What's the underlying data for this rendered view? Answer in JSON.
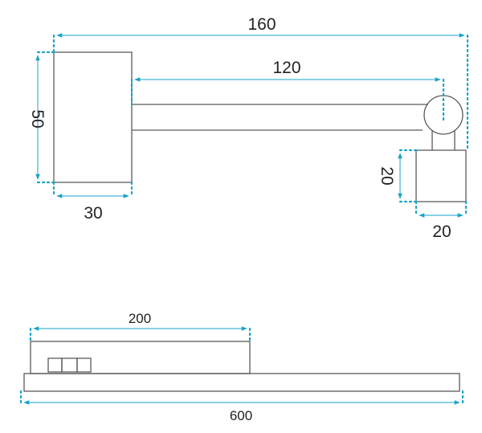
{
  "colors": {
    "dimension": "#1aa3c8",
    "outline": "#5a5a5a",
    "text": "#222222"
  },
  "side_view": {
    "dim_overall_width": "160",
    "dim_arm_length": "120",
    "dim_base_height": "50",
    "dim_base_width": "30",
    "dim_head_height": "20",
    "dim_head_width": "20"
  },
  "top_view": {
    "dim_housing_length": "200",
    "dim_bar_length": "600"
  }
}
